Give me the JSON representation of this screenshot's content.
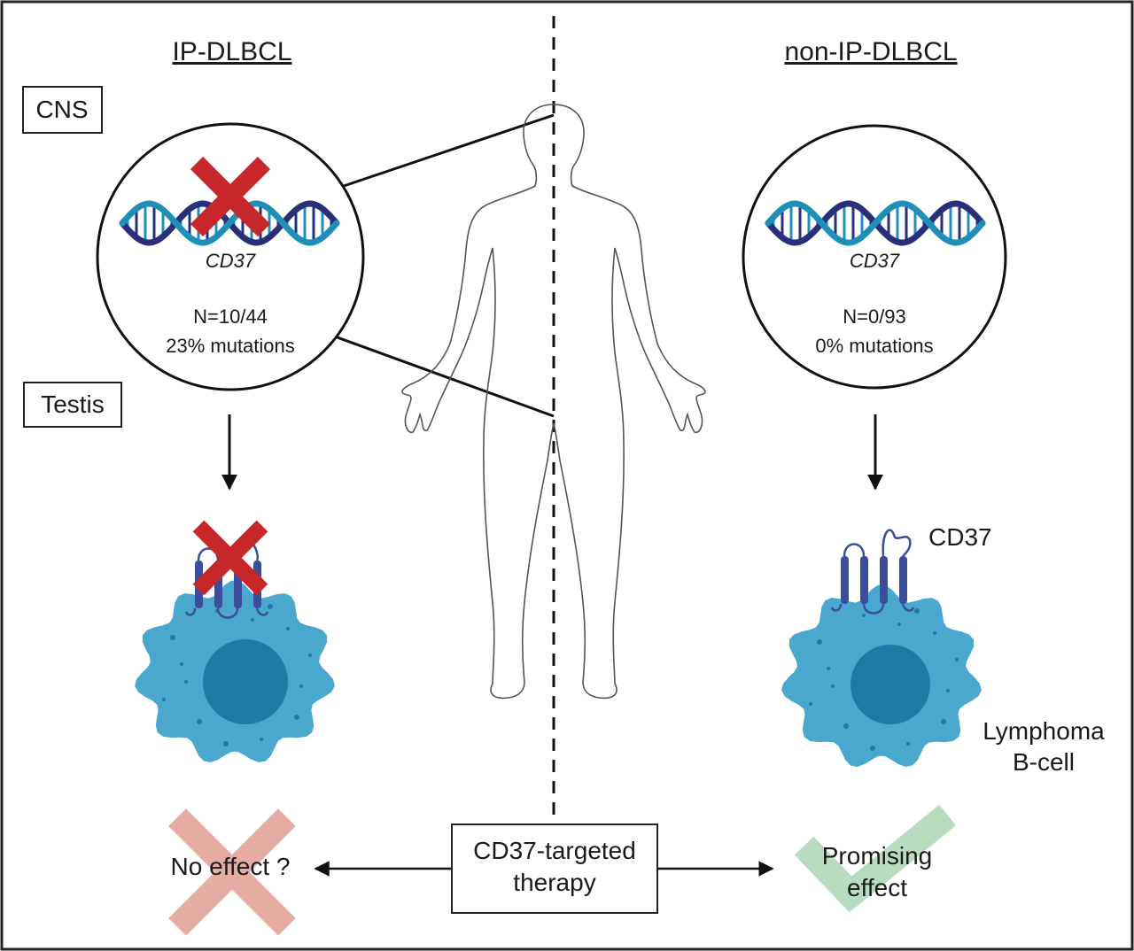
{
  "headers": {
    "left": "IP-DLBCL",
    "right": "non-IP-DLBCL"
  },
  "site_labels": {
    "cns": "CNS",
    "testis": "Testis"
  },
  "left_circle": {
    "gene": "CD37",
    "count": "N=10/44",
    "rate": "23% mutations"
  },
  "right_circle": {
    "gene": "CD37",
    "count": "N=0/93",
    "rate": "0% mutations"
  },
  "cell_labels": {
    "protein": "CD37",
    "cell_line1": "Lymphoma",
    "cell_line2": "B-cell"
  },
  "therapy": {
    "line1": "CD37-targeted",
    "line2": "therapy"
  },
  "outcomes": {
    "left": "No effect ?",
    "right_line1": "Promising",
    "right_line2": "effect"
  },
  "colors": {
    "dna_dark": "#2a2f7a",
    "dna_light": "#1f8fb8",
    "cell": "#4aa8cf",
    "nucleus": "#1f7aa8",
    "receptor": "#3a4e9c",
    "red_cross": "#c8272a",
    "faded_cross": "#e6aca3",
    "faded_check": "#b9dcc0"
  },
  "icons": [
    "dna-icon",
    "red-cross-icon",
    "human-body-icon",
    "lymphoma-cell-icon",
    "receptor-icon",
    "faded-cross-icon",
    "faded-check-icon"
  ]
}
